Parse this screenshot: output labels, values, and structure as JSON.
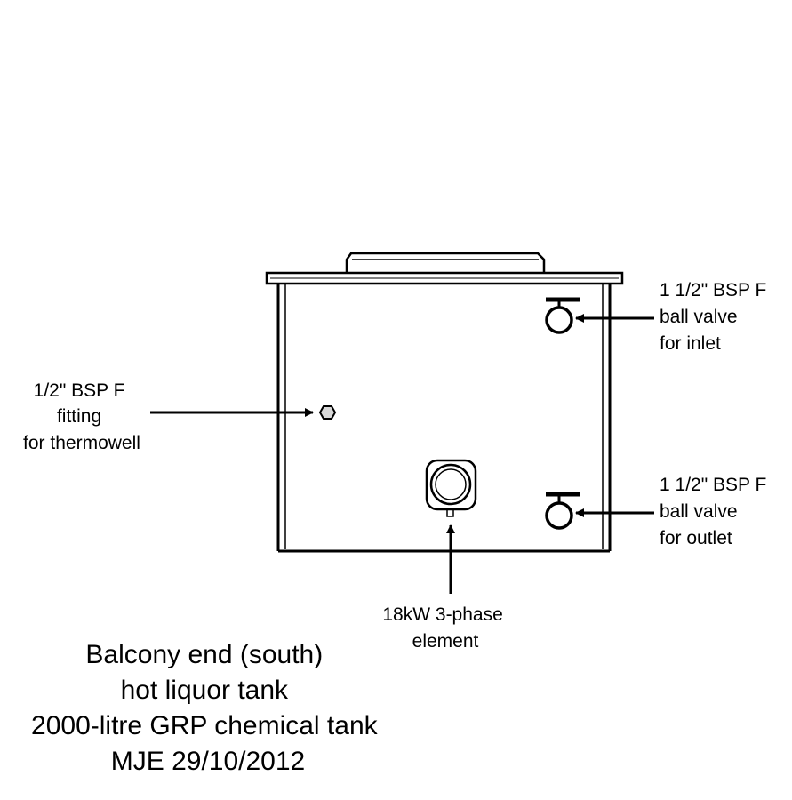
{
  "labels": {
    "inlet_valve": [
      "1 1/2\" BSP F",
      "ball valve",
      "for inlet"
    ],
    "outlet_valve": [
      "1 1/2\" BSP F",
      "ball valve",
      "for outlet"
    ],
    "thermowell": [
      "1/2\" BSP F",
      "fitting",
      "for thermowell"
    ],
    "element": [
      "18kW 3-phase",
      "element"
    ]
  },
  "title_block": [
    "Balcony end (south)",
    "hot liquor tank",
    "2000-litre GRP chemical tank",
    "MJE 29/10/2012"
  ]
}
